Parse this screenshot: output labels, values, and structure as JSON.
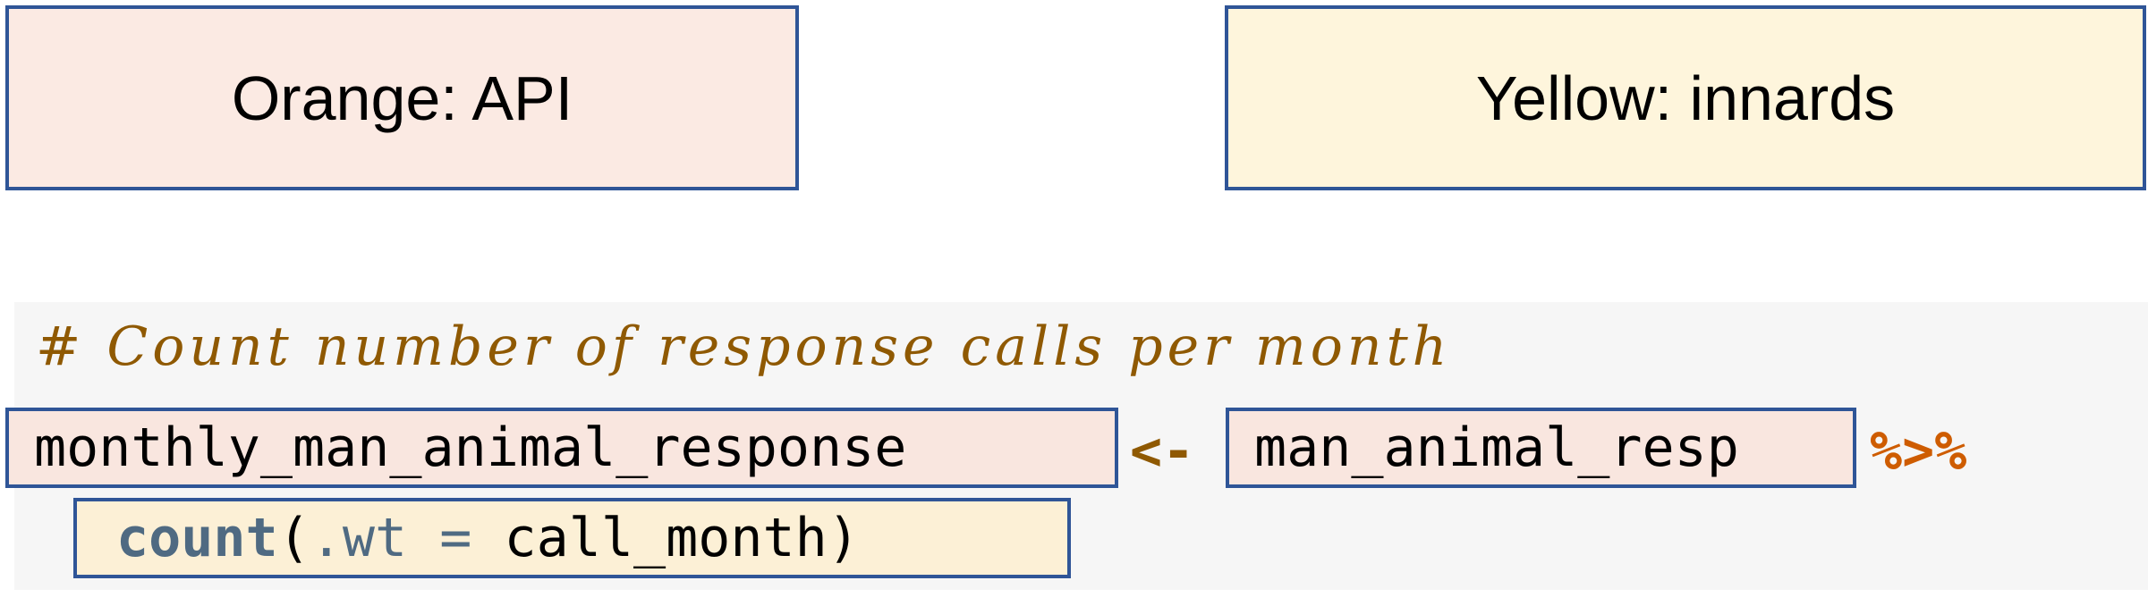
{
  "legend": {
    "orange_label": "Orange: API",
    "yellow_label": "Yellow: innards"
  },
  "code": {
    "comment": "# Count number of response calls per month",
    "target_var": "monthly_man_animal_response",
    "assign_op": "<-",
    "source_var": "man_animal_resp",
    "pipe_op": "%>%",
    "count_fn": "count",
    "paren_open": "(",
    "arg_name": ".wt",
    "equals": " = ",
    "arg_value": "call_month",
    "paren_close": ")"
  },
  "colors": {
    "orange_fill": "#FBEAE3",
    "yellow_fill": "#FEF5DC",
    "box_border": "#2F5597",
    "comment": "#8F5902",
    "pipe": "#CE5C00"
  }
}
